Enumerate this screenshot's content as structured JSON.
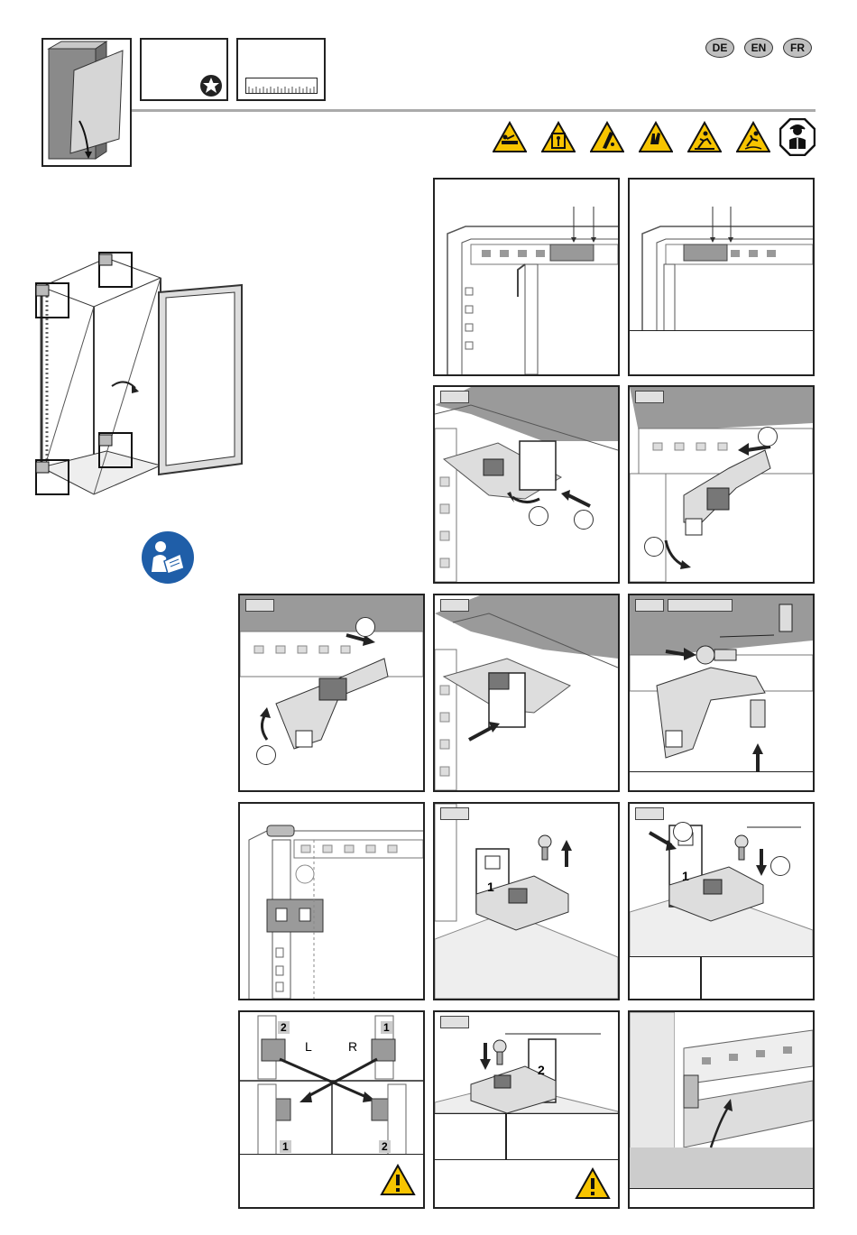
{
  "languages": [
    "DE",
    "EN",
    "FR"
  ],
  "warning_icons": [
    "crush-hazard-icon",
    "falling-object-icon",
    "tipping-hazard-icon",
    "hand-injury-icon",
    "trip-hazard-icon",
    "slip-hazard-icon"
  ],
  "personnel_icon": "qualified-person-icon",
  "manual_icon": "read-manual-icon",
  "tools": [
    "torx-icon",
    "ruler-icon"
  ],
  "labels": {
    "left": "L",
    "right": "R",
    "part1": "1",
    "part2": "2"
  },
  "colors": {
    "warning_yellow": "#f7c400",
    "manual_blue": "#1f5ea8",
    "panel_grey": "#9a9a9a"
  }
}
